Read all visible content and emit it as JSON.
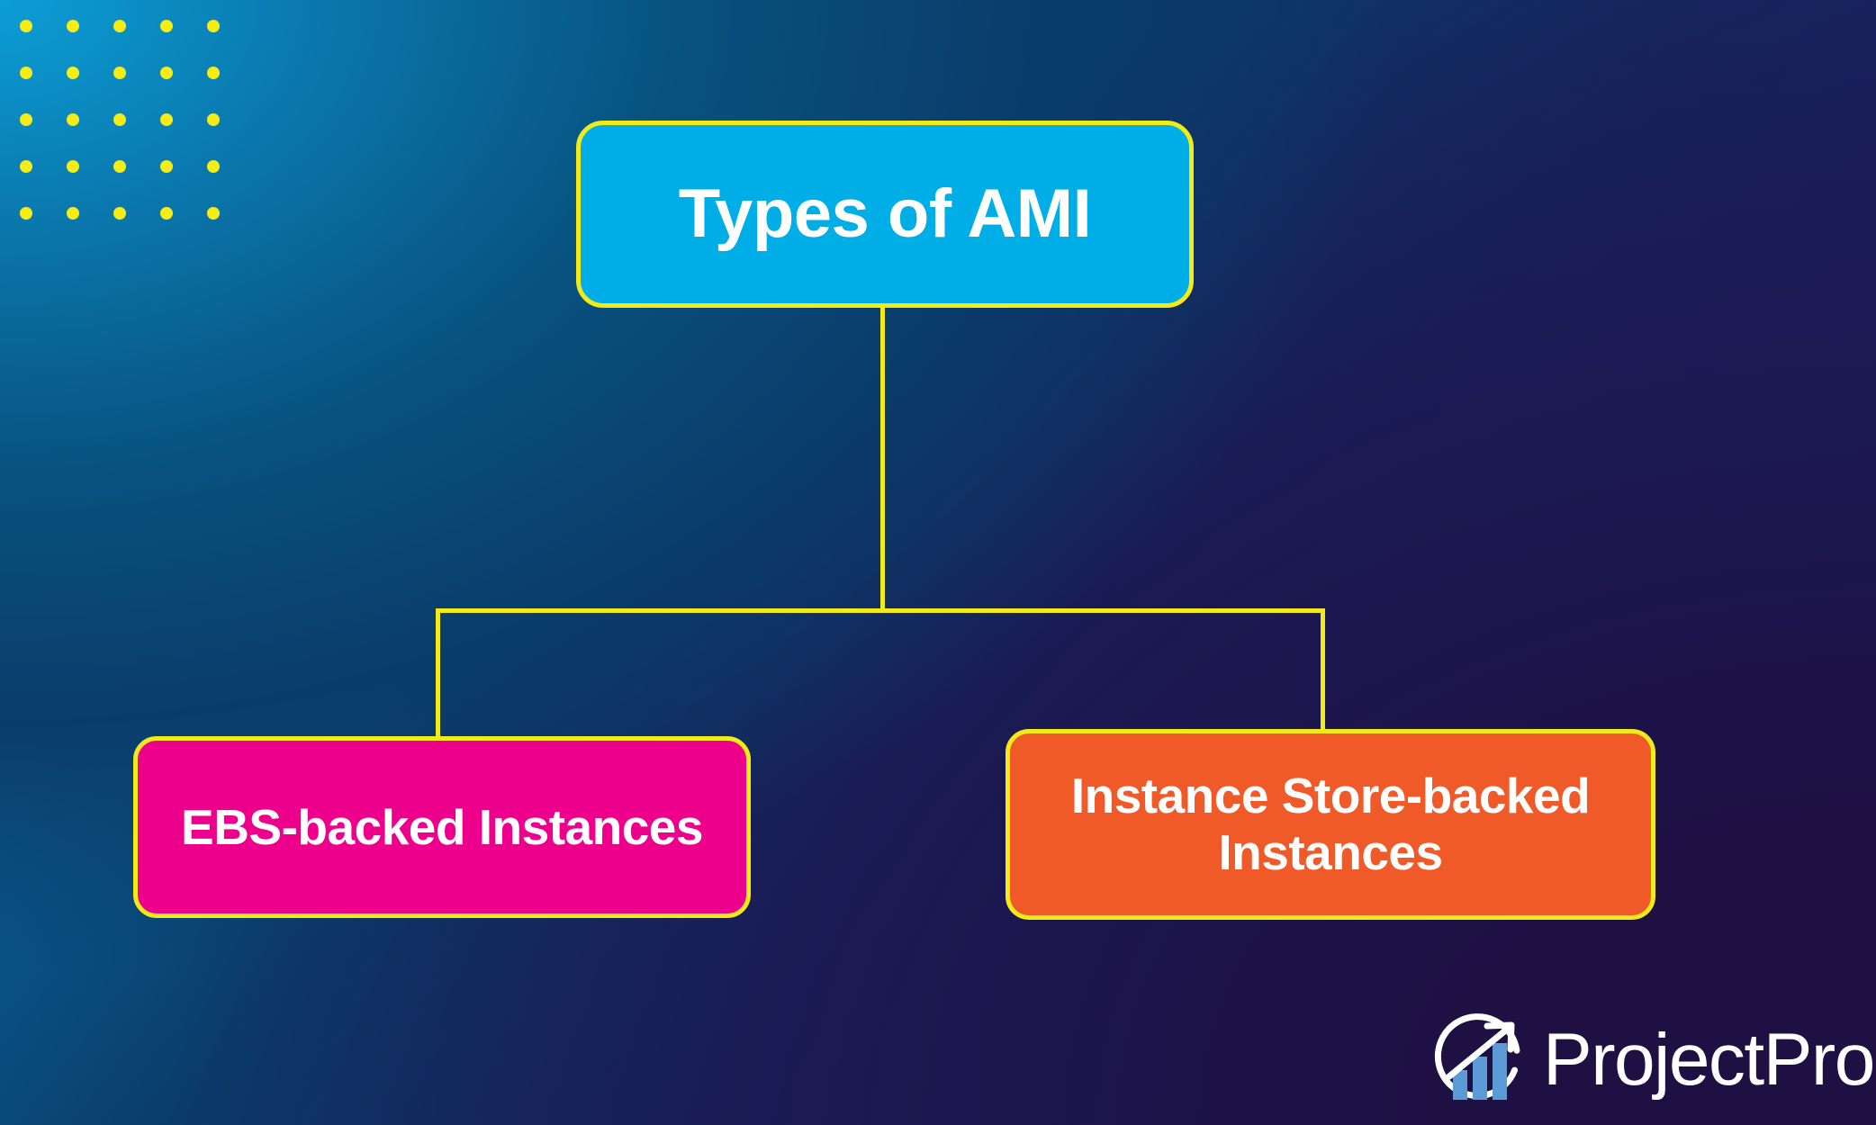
{
  "diagram": {
    "type": "tree",
    "root": {
      "label": "Types of AMI",
      "fill_color": "#00AEE7",
      "border_color": "#F2EB19",
      "text_color": "#FFFFFF"
    },
    "children": [
      {
        "label": "EBS-backed Instances",
        "fill_color": "#EC008C",
        "border_color": "#F2EB19",
        "text_color": "#FFFFFF"
      },
      {
        "label": "Instance Store-backed Instances",
        "fill_color": "#EF5A28",
        "border_color": "#F2EB19",
        "text_color": "#FFFFFF"
      }
    ],
    "connector_color": "#F2EB19"
  },
  "decor": {
    "dot_color": "#F5EC18",
    "dot_rows": 5,
    "dot_cols": 5
  },
  "background": {
    "gradient_start": "#0B9DD4",
    "gradient_mid": "#0A3C6B",
    "gradient_end": "#1E1042"
  },
  "brand": {
    "name": "ProjectPro",
    "mark_icon": "growth-chart-arrow-icon",
    "bar_color": "#5B9BD5",
    "mark_color": "#FFFFFF",
    "wordmark_color": "#FFFFFF"
  }
}
